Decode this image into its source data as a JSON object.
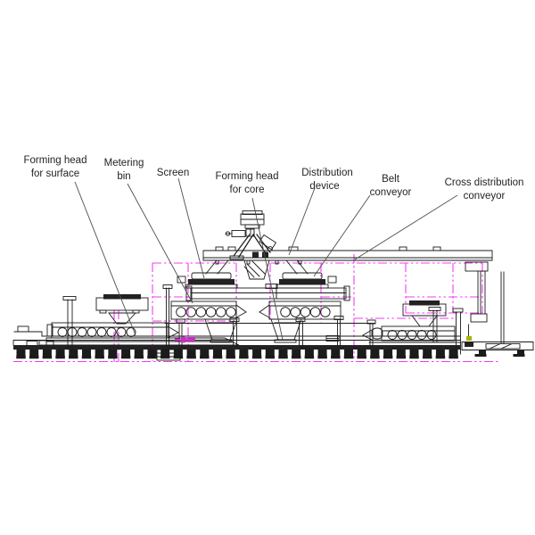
{
  "colors": {
    "line": "#1b1b1b",
    "phantom": "#f23cf2",
    "leader": "#4d4d4d",
    "marker": "#a9b300",
    "highlight": "#cc2bcc",
    "dark_fill": "#222222"
  },
  "labels": [
    {
      "id": "forming-head-surface",
      "line1": "Forming head",
      "line2": "for surface"
    },
    {
      "id": "metering-bin",
      "line1": "Metering",
      "line2": "bin"
    },
    {
      "id": "screen",
      "line1": "Screen",
      "line2": ""
    },
    {
      "id": "forming-head-core",
      "line1": "Forming head",
      "line2": "for core"
    },
    {
      "id": "distribution-device",
      "line1": "Distribution",
      "line2": "device"
    },
    {
      "id": "belt-conveyor",
      "line1": "Belt",
      "line2": "conveyor"
    },
    {
      "id": "cross-distribution-conveyor",
      "line1": "Cross distribution",
      "line2": "conveyor"
    }
  ]
}
